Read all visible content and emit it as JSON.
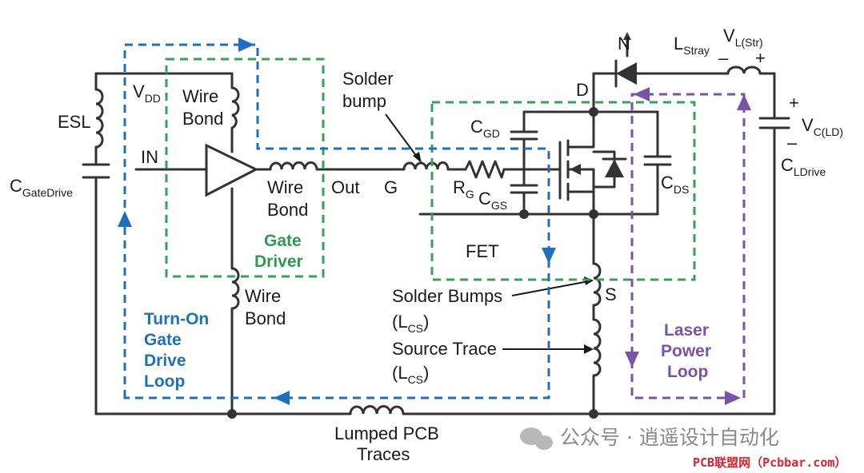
{
  "labels": {
    "vdd": "V",
    "vdd_sub": "DD",
    "wire_bond_top_1": "Wire",
    "wire_bond_top_2": "Bond",
    "esl": "ESL",
    "in": "IN",
    "c_gate": "C",
    "c_gate_sub": "GateDrive",
    "wire_bond_out_1": "Wire",
    "wire_bond_out_2": "Bond",
    "out": "Out",
    "g": "G",
    "solder_1": "Solder",
    "solder_2": "bump",
    "cgd": "C",
    "cgd_sub": "GD",
    "rg": "R",
    "rg_sub": "G",
    "cgs": "C",
    "cgs_sub": "GS",
    "cds": "C",
    "cds_sub": "DS",
    "d": "D",
    "s": "S",
    "fet": "FET",
    "lstray": "L",
    "lstray_sub": "Stray",
    "vl": "V",
    "vl_sub": "L(Str)",
    "vl_minus": "–",
    "vl_plus": "+",
    "vc": "V",
    "vc_sub": "C(LD)",
    "vc_plus": "+",
    "vc_minus": "–",
    "cld": "C",
    "cld_sub": "LDrive",
    "wire_bond_low_1": "Wire",
    "wire_bond_low_2": "Bond",
    "solder_bumps": "Solder Bumps",
    "lcs1_open": "(L",
    "lcs1_sub": "CS",
    "lcs1_close": ")",
    "source_trace": "Source Trace",
    "lcs2_open": "(L",
    "lcs2_sub": "CS",
    "lcs2_close": ")",
    "lumped_1": "Lumped PCB",
    "lumped_2": "Traces",
    "n_mark": "N"
  },
  "loops": {
    "gate_driver_1": "Gate",
    "gate_driver_2": "Driver",
    "turn_on_1": "Turn-On",
    "turn_on_2": "Gate",
    "turn_on_3": "Drive",
    "turn_on_4": "Loop",
    "laser_1": "Laser",
    "laser_2": "Power",
    "laser_3": "Loop"
  },
  "watermark": {
    "wechat": "公众号 · 逍遥设计自动化",
    "site": "PCB联盟网（Pcbbar.com）"
  },
  "colors": {
    "turn_on_loop": "#1f6fc0",
    "gate_driver_box": "#33a35a",
    "laser_loop": "#7a52a8",
    "wire": "#333333",
    "watermark_site": "#e0202a"
  }
}
